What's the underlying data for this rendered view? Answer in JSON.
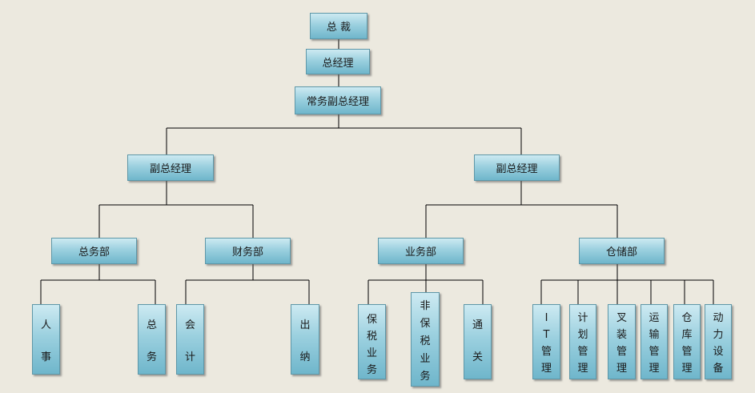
{
  "nodes": {
    "ceo": "总 裁",
    "gm": "总经理",
    "exec_vgm": "常务副总经理",
    "vgm_left": "副总经理",
    "vgm_right": "副总经理",
    "dept_general_affairs": "总务部",
    "dept_finance": "财务部",
    "dept_business": "业务部",
    "dept_warehouse": "仓储部",
    "unit_hr": "人事",
    "unit_general": "总务",
    "unit_accounting": "会计",
    "unit_cashier": "出纳",
    "unit_bonded": "保税业务",
    "unit_non_bonded": "非保税业务",
    "unit_customs": "通关",
    "unit_it": "IT管理",
    "unit_planning": "计划管理",
    "unit_forklift": "叉装管理",
    "unit_transport": "运输管理",
    "unit_storage": "仓库管理",
    "unit_power": "动力设备"
  }
}
